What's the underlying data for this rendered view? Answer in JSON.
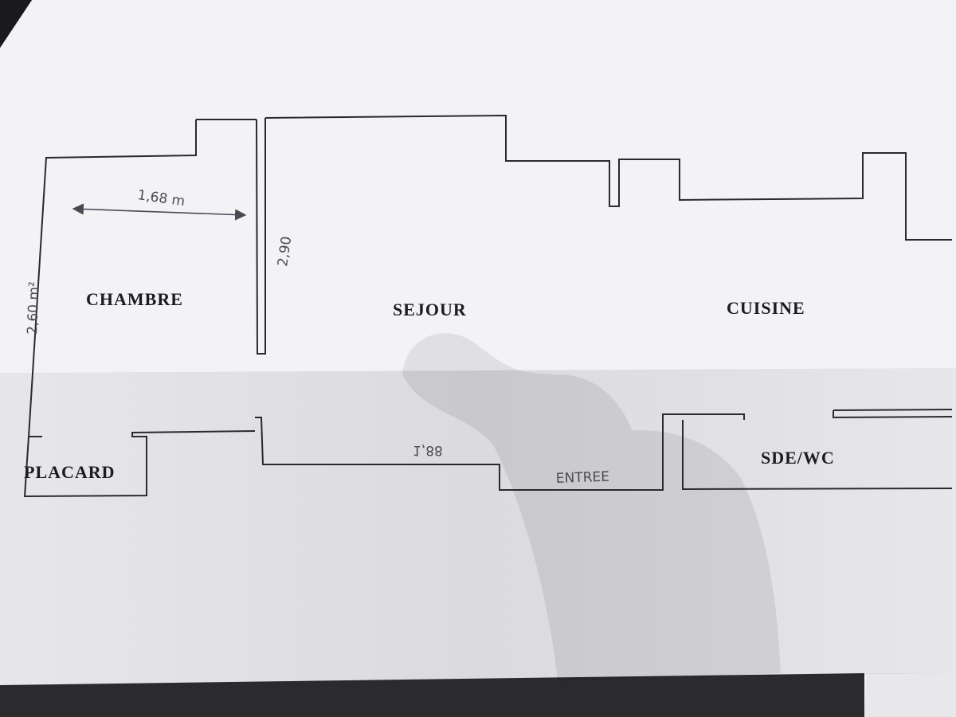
{
  "plan": {
    "rooms": {
      "chambre": "CHAMBRE",
      "sejour": "SEJOUR",
      "cuisine": "CUISINE",
      "placard": "PLACARD",
      "sde_wc": "SDE/WC"
    },
    "annotations": {
      "width_chambre": "1,68 m",
      "height_left": "2,60 m²",
      "wall_dimension": "2,90",
      "bottom_dimension": "1,88",
      "entree": "ENTREE"
    }
  },
  "colors": {
    "paper": "#f3f3f6",
    "ink": "#2a2a2e",
    "pencil": "#4a4a55",
    "table": "#1a1a1c"
  }
}
